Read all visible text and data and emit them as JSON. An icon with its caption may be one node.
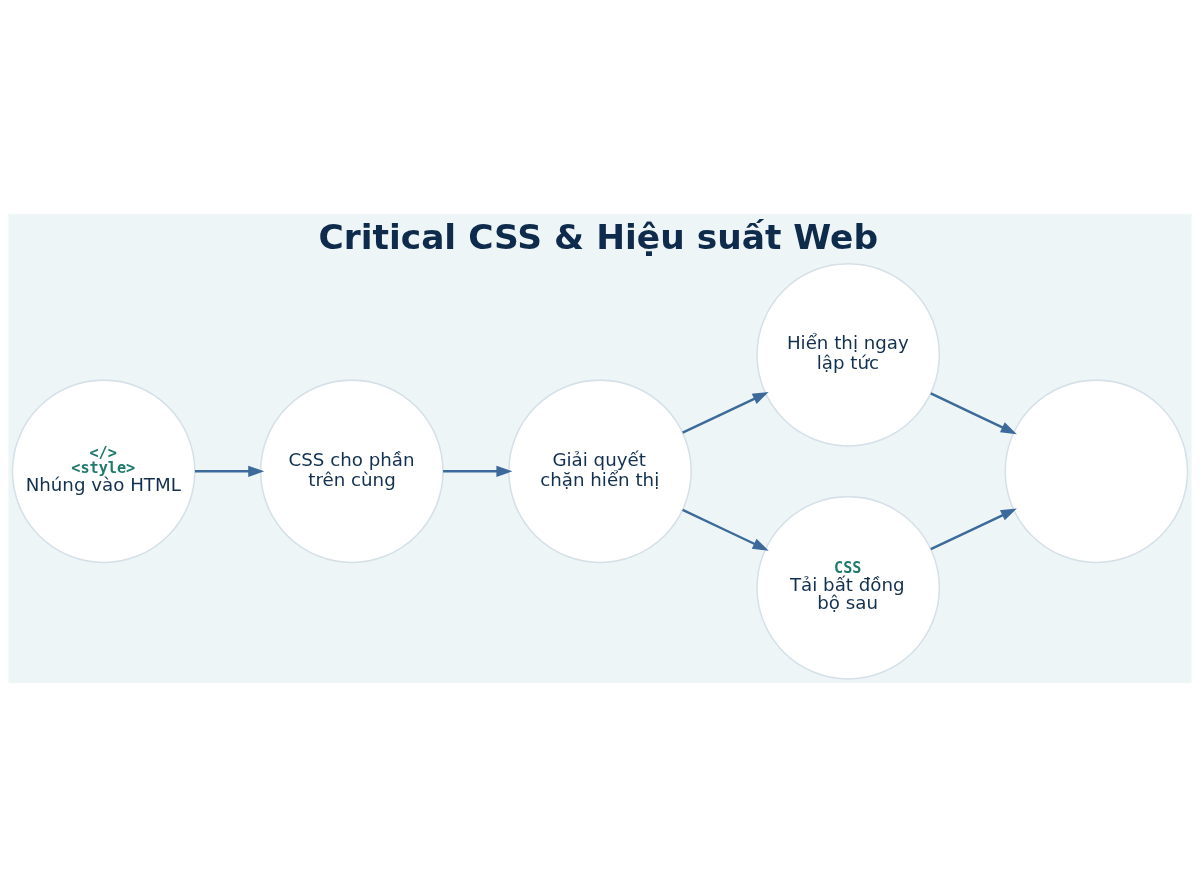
{
  "diagram": {
    "title": "Critical CSS & Hiệu suất Web",
    "nodes": [
      {
        "text": [
          "</>",
          "<style>",
          "Nhúng vào HTML"
        ]
      },
      {
        "text": [
          "CSS cho phần trên cùng"
        ]
      },
      {
        "text": [
          "Giải quyết chặn hiển thị"
        ]
      },
      {
        "text": [
          "Hiển thị ngay lập tức"
        ]
      },
      {
        "text": [
          "CSS",
          "Tải bất đồng bộ sau"
        ]
      },
      {
        "text": [],
        "shape": "circle"
      }
    ],
    "edges": [
      {
        "from": 0,
        "to": 1,
        "arrow": "to"
      },
      {
        "from": 1,
        "to": 2,
        "arrow": "to"
      },
      {
        "from": 2,
        "to": 3,
        "arrow": "to"
      },
      {
        "from": 2,
        "to": 4,
        "arrow": "to"
      },
      {
        "from": 3,
        "to": 5,
        "arrow": "to"
      },
      {
        "from": 4,
        "to": 5,
        "arrow": "to"
      }
    ]
  }
}
